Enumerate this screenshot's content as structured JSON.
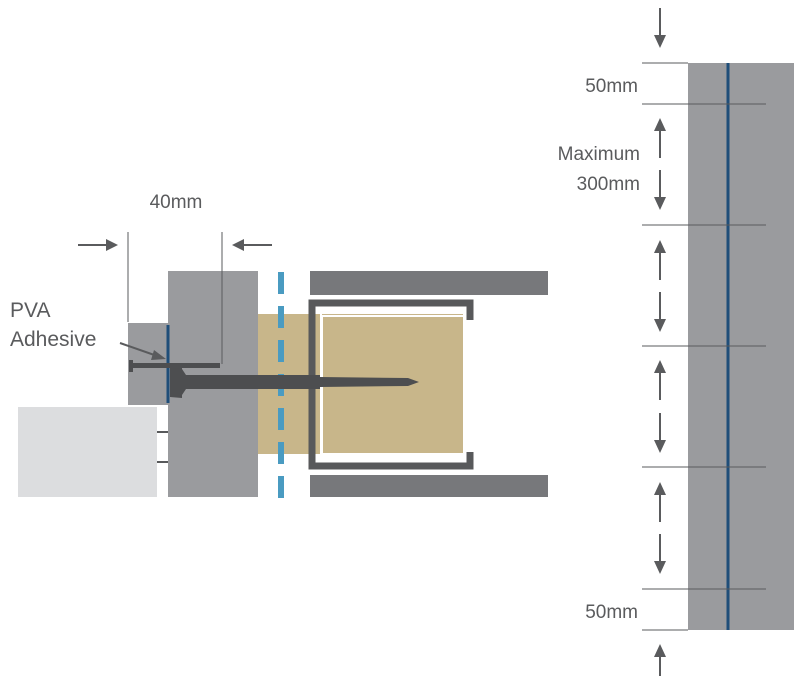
{
  "labels": {
    "pva_line1": "PVA",
    "pva_line2": "Adhesive",
    "dim_40": "40mm",
    "dim_top_50": "50mm",
    "max_line1": "Maximum",
    "max_line2": "300mm",
    "dim_bottom_50": "50mm"
  },
  "colors": {
    "board": "#9a9b9e",
    "board_dark": "#6d6e71",
    "frame_bar": "#77787b",
    "timber": "#c8b68a",
    "bracket": "#58595b",
    "screw": "#4d4e50",
    "adhesive": "#1f4e79",
    "dashed": "#4a9bc1",
    "block": "#dcdddf",
    "ink": "#5a5b5d"
  },
  "icons": {
    "arrow": "arrow-icon",
    "screw": "screw-icon"
  }
}
